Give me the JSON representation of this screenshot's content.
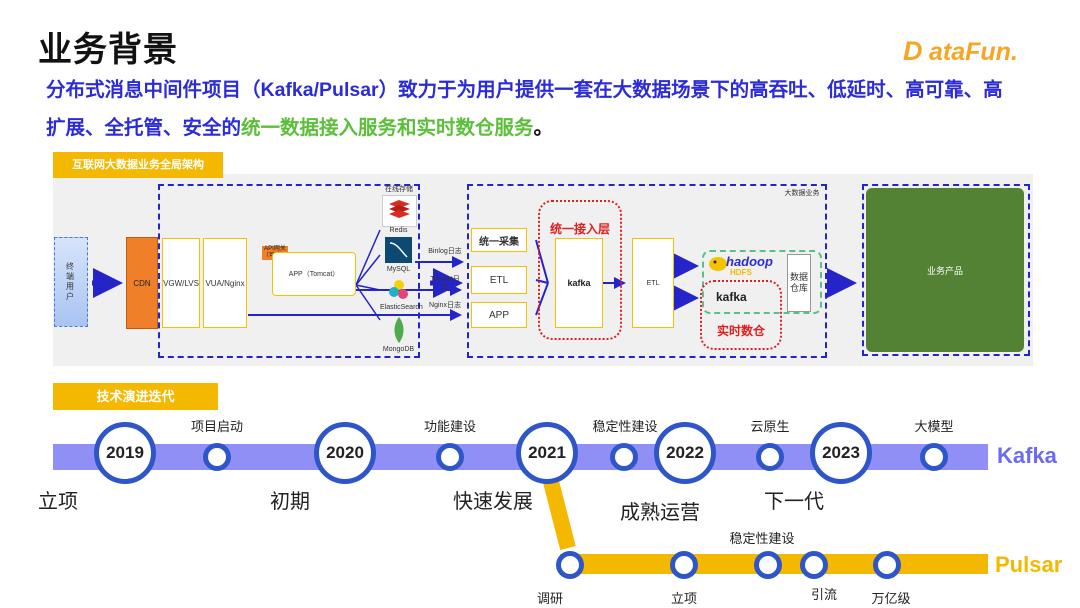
{
  "title": "业务背景",
  "logo": {
    "text": "DataFun.",
    "d": "D",
    "rest": "ataFun."
  },
  "intro": {
    "line1": "分布式消息中间件项目（Kafka/Pulsar）致力于为用户提供一套在大数据场景下的高吞吐、低延时、高可靠、高",
    "line2_a": "扩展、全托管、安全的",
    "line2_b": "统一数据接入服务和实时数仓服务",
    "line2_c": "。"
  },
  "arch": {
    "header": "互联网大数据业务全局架构",
    "user": "终端用户",
    "cdn": "CDN",
    "vgw": "VGW/LVS",
    "vua": "VUA/Nginx",
    "api_gw": "API网关（可选）",
    "app_tomcat": "APP（Tomcat）",
    "storage_label": "在线存储",
    "redis": "Redis",
    "mysql": "MySQL",
    "elastic": "ElasticSearch",
    "mongo": "MongoDB",
    "binlog": "Binlog日志",
    "tomcat_log": "Tomcat日志",
    "nginx_log": "Nginx日志",
    "bigdata_label": "大数据业务",
    "unified_collect": "统一采集",
    "etl1": "ETL",
    "app": "APP",
    "unified_access": "统一接入层",
    "kafka": "kafka",
    "etl2": "ETL",
    "hadoop": "hadoop",
    "hdfs": "HDFS",
    "kafka2": "kafka",
    "realtime_dw": "实时数仓",
    "dw": "数据仓库",
    "biz_product": "业务产品"
  },
  "evolution": {
    "header": "技术演进迭代",
    "kafka_lane": "Kafka",
    "pulsar_lane": "Pulsar",
    "years": [
      "2019",
      "2020",
      "2021",
      "2022",
      "2023"
    ],
    "phases": [
      "立项",
      "初期",
      "快速发展",
      "成熟运营",
      "下一代"
    ],
    "kafka_milestones": [
      "项目启动",
      "功能建设",
      "稳定性建设",
      "云原生",
      "大模型"
    ],
    "pulsar_milestones": [
      "调研",
      "立项",
      "稳定性建设",
      "引流",
      "万亿级"
    ]
  },
  "colors": {
    "title_blue": "#2b2bd8",
    "highlight_green": "#5bbf3a",
    "kafka_lane": "#8f8ff5",
    "kafka_label": "#6b6bef",
    "pulsar_lane": "#f5b800",
    "pulsar_label": "#f5b800",
    "node_ring": "#2f56c8",
    "dashed_blue": "#2424c8",
    "cdn_orange": "#f07f29",
    "product_green": "#548235",
    "red_dotted": "#e02020",
    "tag_yellow": "#f5b800"
  }
}
